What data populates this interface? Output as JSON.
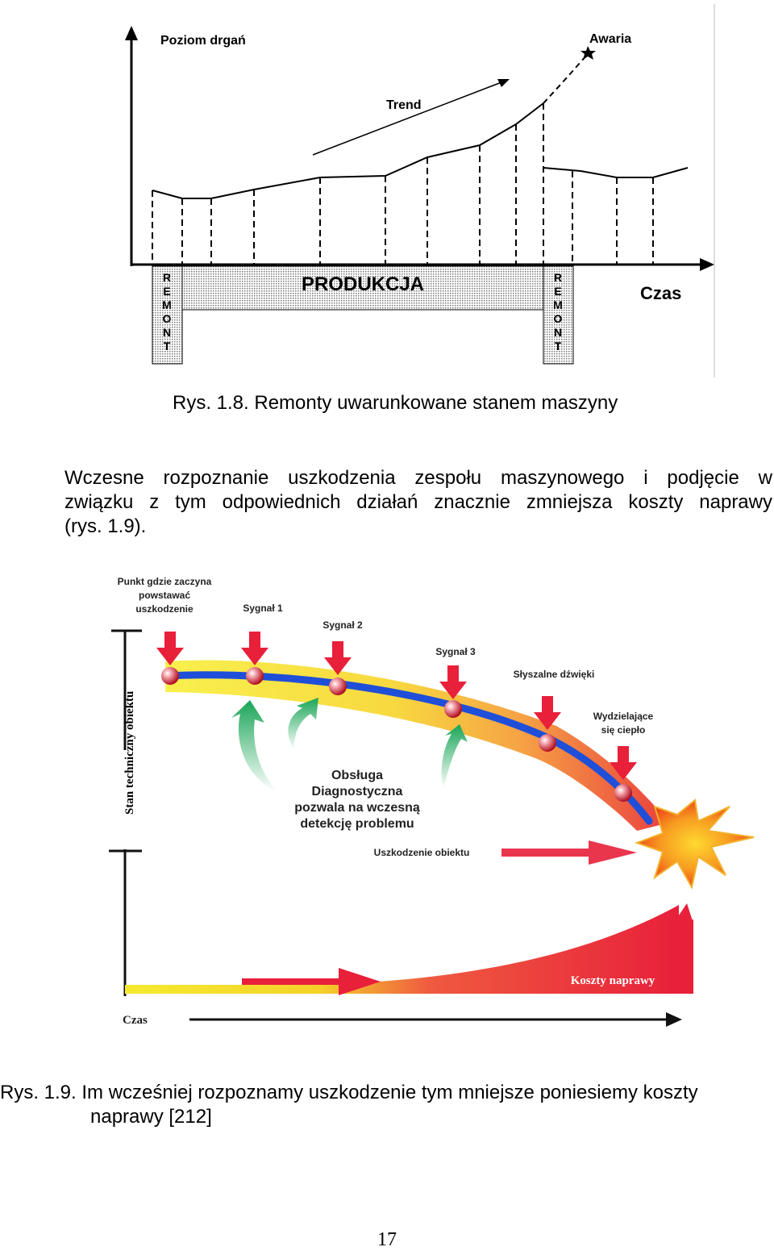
{
  "figure1": {
    "y_axis_label": "Poziom drgań",
    "failure_label": "Awaria",
    "trend_label": "Trend",
    "production_label": "PRODUKCJA",
    "time_label": "Czas",
    "repair_letters": [
      "R",
      "E",
      "M",
      "O",
      "N",
      "T"
    ],
    "caption": "Rys. 1.8. Remonty uwarunkowane stanem maszyny"
  },
  "paragraph": {
    "line1": "Wczesne rozpoznanie uszkodzenia zespołu maszynowego i podjęcie w",
    "line2": "związku z tym odpowiednich działań znacznie zmniejsza koszty naprawy",
    "line3": "(rys. 1.9)."
  },
  "figure2": {
    "damage_start": [
      "Punkt gdzie zaczyna",
      "powstawać",
      "uszkodzenie"
    ],
    "signal1": "Sygnał 1",
    "signal2": "Sygnał 2",
    "signal3": "Sygnał 3",
    "audible": "Słyszalne dźwięki",
    "heat": [
      "Wydzielające",
      "się ciepło"
    ],
    "y_axis_label": "Stan techniczny obiektu",
    "maintenance": [
      "Obsługa",
      "Diagnostyczna",
      "pozwala na wczesną",
      "detekcję problemu"
    ],
    "object_damage": "Uszkodzenie obiektu",
    "repair_costs": "Koszty naprawy",
    "time_label": "Czas",
    "caption_line1": "Rys. 1.9. Im wcześniej rozpoznamy uszkodzenie tym mniejsze poniesiemy koszty",
    "caption_line2": "naprawy [212]"
  },
  "page_number": "17",
  "colors": {
    "curve_blue": "#1f4fd8",
    "signal_red": "#e8203a",
    "maintenance_green": "#21a65a",
    "band_yellow": "#f5e52a"
  }
}
